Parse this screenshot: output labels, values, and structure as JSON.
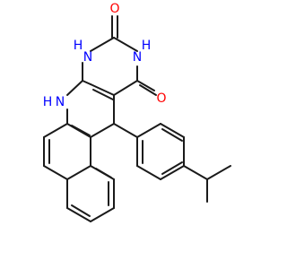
{
  "molecule": {
    "atom_labels": {
      "o_top": "O",
      "o_right": "O",
      "nh_upper_left": "H",
      "nh_upper_left_n": "N",
      "nh_upper_right": "H",
      "nh_upper_right_n": "N",
      "nh_left": "H",
      "nh_left_n": "N"
    },
    "colors": {
      "oxygen": "#ff0000",
      "nitrogen": "#0000ff",
      "bond": "#1a1a1a"
    }
  }
}
